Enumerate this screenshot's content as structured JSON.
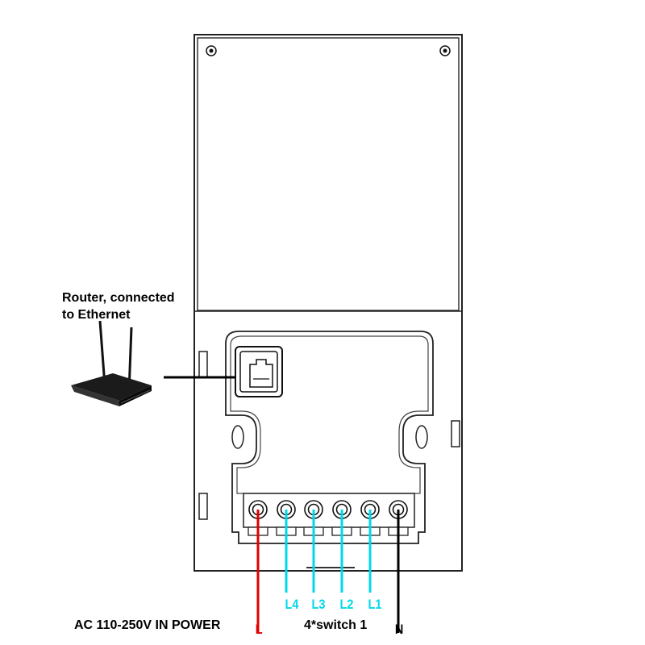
{
  "labels": {
    "router_line1": "Router, connected",
    "router_line2": "to Ethernet",
    "power": "AC 110-250V  IN POWER",
    "switch": "4*switch 1"
  },
  "wires": [
    {
      "id": "L",
      "label": "L",
      "color": "#e00000"
    },
    {
      "id": "L4",
      "label": "L4",
      "color": "#00d8e8"
    },
    {
      "id": "L3",
      "label": "L3",
      "color": "#00d8e8"
    },
    {
      "id": "L2",
      "label": "L2",
      "color": "#00d8e8"
    },
    {
      "id": "L1",
      "label": "L1",
      "color": "#00d8e8"
    },
    {
      "id": "N",
      "label": "N",
      "color": "#000000"
    }
  ],
  "colors": {
    "outline": "#222222",
    "live": "#e00000",
    "load": "#00d8e8",
    "neutral": "#000000"
  }
}
